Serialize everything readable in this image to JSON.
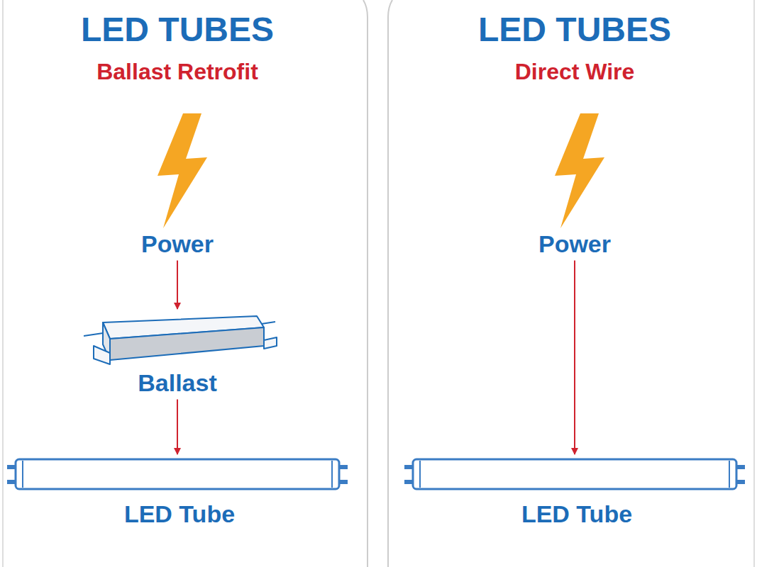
{
  "diagram": {
    "nodes": [
      {
        "text": [
          "Power"
        ]
      },
      {
        "text": [
          "Ballast"
        ]
      },
      {
        "text": [
          "LED Tube"
        ]
      },
      {
        "text": [
          "Power"
        ]
      },
      {
        "text": [
          "LED Tube"
        ]
      }
    ],
    "edges": [
      {
        "from": 0,
        "to": 1,
        "arrow": "to"
      },
      {
        "from": 1,
        "to": 2,
        "arrow": "to"
      },
      {
        "from": 3,
        "to": 4,
        "arrow": "to"
      }
    ],
    "labels": [
      "LED TUBES",
      "Ballast Retrofit",
      "LED TUBES",
      "Direct Wire"
    ]
  }
}
